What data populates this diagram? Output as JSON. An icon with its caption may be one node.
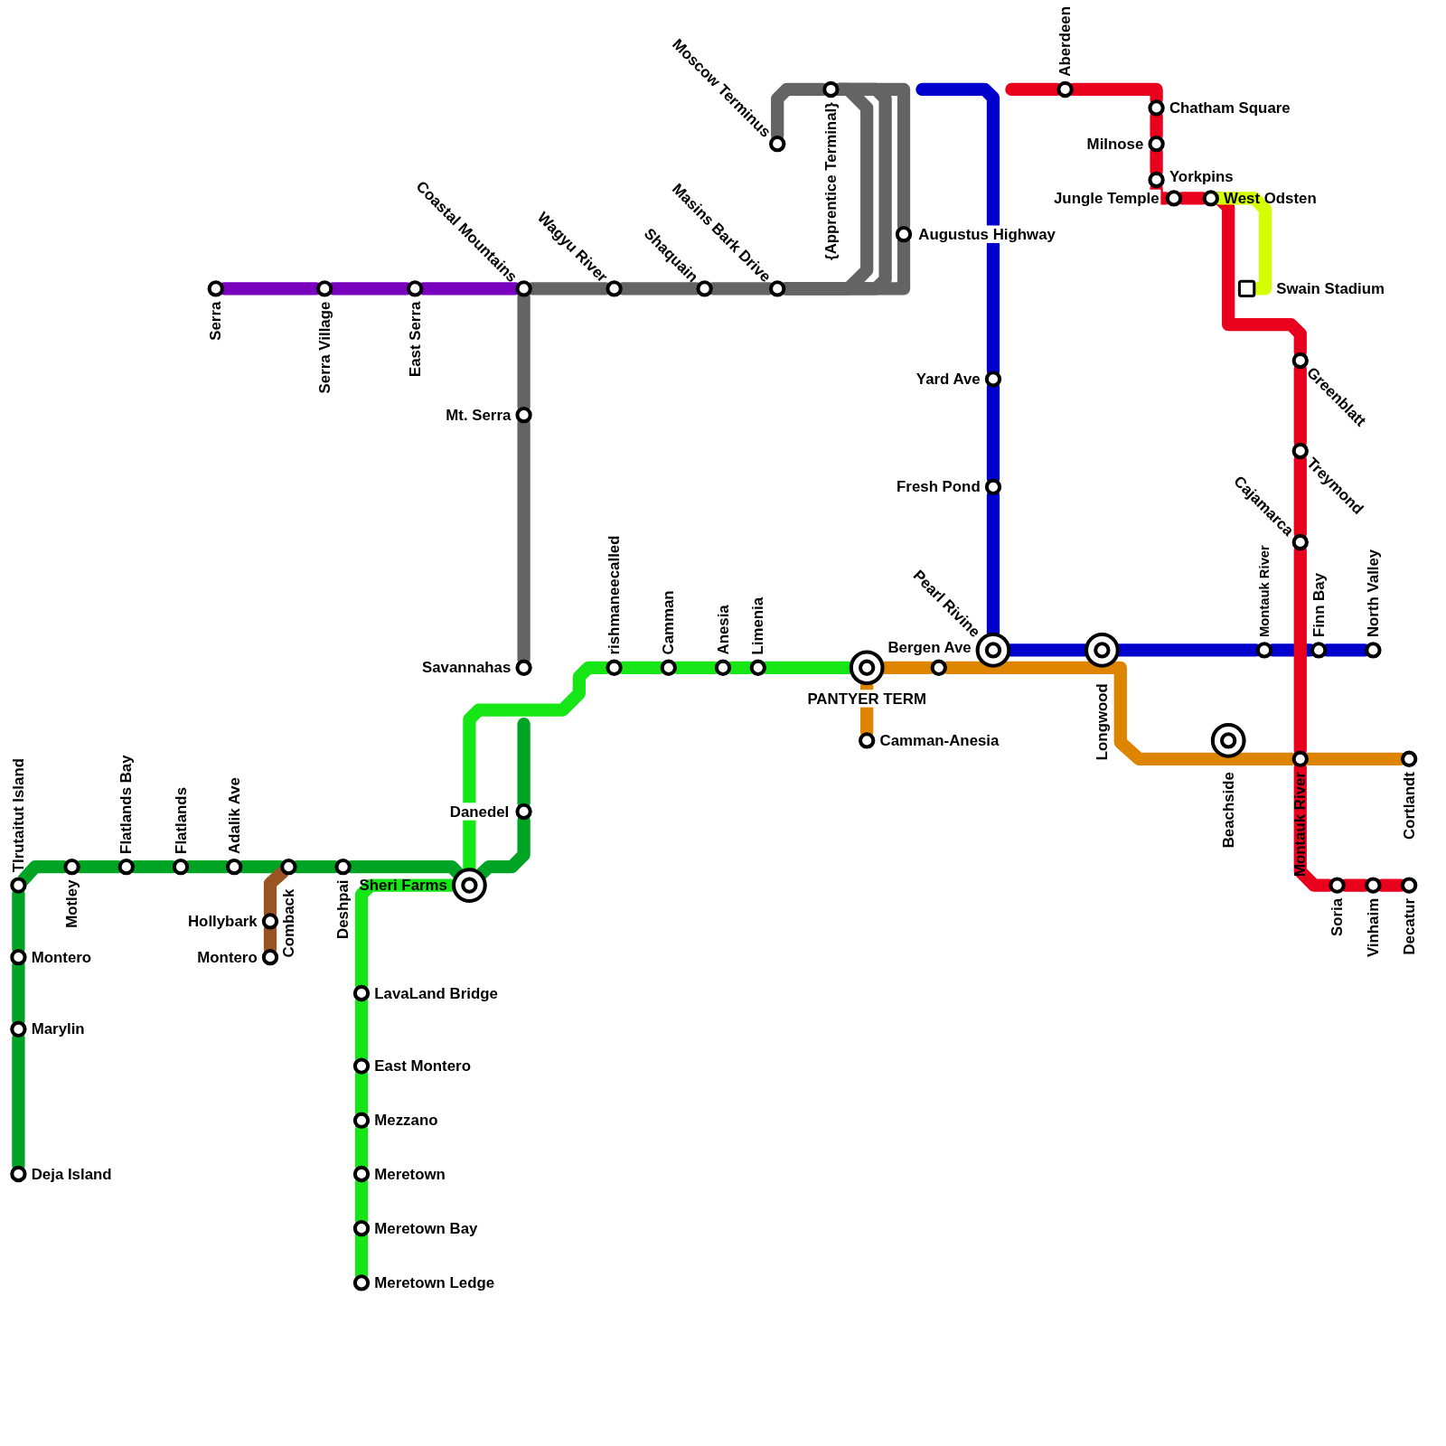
{
  "diagram": {
    "nodes": [
      {
        "text": [
          "Serra"
        ]
      },
      {
        "text": [
          "Serra Village"
        ]
      },
      {
        "text": [
          "East Serra"
        ]
      },
      {
        "text": [
          "Coastal Mountains"
        ]
      },
      {
        "text": [
          "Wagyu River"
        ]
      },
      {
        "text": [
          "Shaquain"
        ]
      },
      {
        "text": [
          "Masins Bark Drive"
        ]
      },
      {
        "text": [
          "Moscow Terminus"
        ]
      },
      {
        "text": [
          "{Apprentice Terminal}"
        ]
      },
      {
        "text": [
          "Augustus Highway"
        ]
      },
      {
        "text": [
          "Mt. Serra"
        ]
      },
      {
        "text": [
          "Savannahas"
        ]
      },
      {
        "text": [
          "Aberdeen"
        ]
      },
      {
        "text": [
          "Chatham Square"
        ]
      },
      {
        "text": [
          "Milnose"
        ]
      },
      {
        "text": [
          "Yorkpins"
        ]
      },
      {
        "text": [
          "Jungle Temple"
        ]
      },
      {
        "text": [
          "West Odsten"
        ]
      },
      {
        "text": [
          "Swain Stadium"
        ]
      },
      {
        "text": [
          "Yard Ave"
        ]
      },
      {
        "text": [
          "Fresh Pond"
        ]
      },
      {
        "text": [
          "Greenblatt"
        ]
      },
      {
        "text": [
          "Treymond"
        ]
      },
      {
        "text": [
          "Cajamarca"
        ]
      },
      {
        "text": [
          "Pearl Rivine"
        ]
      },
      {
        "text": [
          "Bergen Ave"
        ]
      },
      {
        "text": [
          "rishmaneecalled"
        ]
      },
      {
        "text": [
          "Camman"
        ]
      },
      {
        "text": [
          "Anesia"
        ]
      },
      {
        "text": [
          "Limenia"
        ]
      },
      {
        "text": [
          "PANTYER TERM"
        ]
      },
      {
        "text": [
          "Camman-Anesia"
        ]
      },
      {
        "text": [
          "Longwood"
        ]
      },
      {
        "text": [
          "Montauk River"
        ]
      },
      {
        "text": [
          "Finn Bay"
        ]
      },
      {
        "text": [
          "North Valley"
        ]
      },
      {
        "text": [
          "Beachside"
        ]
      },
      {
        "text": [
          "Montauk River"
        ]
      },
      {
        "text": [
          "Cortlandt"
        ]
      },
      {
        "text": [
          "Danedel"
        ]
      },
      {
        "text": [
          "Tlrutaitut Island"
        ]
      },
      {
        "text": [
          "Motley"
        ]
      },
      {
        "text": [
          "Flatlands Bay"
        ]
      },
      {
        "text": [
          "Flatlands"
        ]
      },
      {
        "text": [
          "Adalik Ave"
        ]
      },
      {
        "text": [
          "Comback"
        ]
      },
      {
        "text": [
          "Deshpai"
        ]
      },
      {
        "text": [
          "Sheri Farms"
        ]
      },
      {
        "text": [
          "Hollybark"
        ]
      },
      {
        "text": [
          "Montero"
        ]
      },
      {
        "text": [
          "Montero"
        ]
      },
      {
        "text": [
          "Marylin"
        ]
      },
      {
        "text": [
          "Deja Island"
        ]
      },
      {
        "text": [
          "Soria"
        ]
      },
      {
        "text": [
          "Vinhaim"
        ]
      },
      {
        "text": [
          "Decatur"
        ]
      },
      {
        "text": [
          "LavaLand Bridge"
        ]
      },
      {
        "text": [
          "East Montero"
        ]
      },
      {
        "text": [
          "Mezzano"
        ]
      },
      {
        "text": [
          "Meretown"
        ]
      },
      {
        "text": [
          "Meretown Bay"
        ]
      },
      {
        "text": [
          "Meretown Ledge"
        ]
      }
    ],
    "edges": [
      {
        "from": 0,
        "to": 1,
        "arrow": "none",
        "color": "#7a00bf"
      },
      {
        "from": 1,
        "to": 2,
        "arrow": "none",
        "color": "#7a00bf"
      },
      {
        "from": 2,
        "to": 3,
        "arrow": "none",
        "color": "#7a00bf"
      },
      {
        "from": 3,
        "to": 4,
        "arrow": "none",
        "color": "#646464"
      },
      {
        "from": 4,
        "to": 5,
        "arrow": "none",
        "color": "#646464"
      },
      {
        "from": 5,
        "to": 6,
        "arrow": "none",
        "color": "#646464"
      },
      {
        "from": 6,
        "to": 9,
        "arrow": "none",
        "color": "#646464"
      },
      {
        "from": 9,
        "to": 8,
        "arrow": "none",
        "color": "#646464"
      },
      {
        "from": 8,
        "to": 7,
        "arrow": "none",
        "color": "#646464"
      },
      {
        "from": 6,
        "to": 8,
        "arrow": "none",
        "color": "#646464"
      },
      {
        "from": 6,
        "to": 8,
        "arrow": "none",
        "color": "#646464"
      },
      {
        "from": 3,
        "to": 10,
        "arrow": "none",
        "color": "#646464"
      },
      {
        "from": 10,
        "to": 11,
        "arrow": "none",
        "color": "#646464"
      },
      {
        "from": null,
        "to": 19,
        "arrow": "none",
        "color": "#0000cc"
      },
      {
        "from": 19,
        "to": 20,
        "arrow": "none",
        "color": "#0000cc"
      },
      {
        "from": 20,
        "to": 24,
        "arrow": "none",
        "color": "#0000cc"
      },
      {
        "from": 24,
        "to": 32,
        "arrow": "none",
        "color": "#0000cc"
      },
      {
        "from": 32,
        "to": 33,
        "arrow": "none",
        "color": "#0000cc"
      },
      {
        "from": 33,
        "to": 34,
        "arrow": "none",
        "color": "#0000cc"
      },
      {
        "from": 34,
        "to": 35,
        "arrow": "none",
        "color": "#0000cc"
      },
      {
        "from": null,
        "to": 12,
        "arrow": "none",
        "color": "#e8001c"
      },
      {
        "from": 12,
        "to": 13,
        "arrow": "none",
        "color": "#e8001c"
      },
      {
        "from": 13,
        "to": 14,
        "arrow": "none",
        "color": "#e8001c"
      },
      {
        "from": 14,
        "to": 15,
        "arrow": "none",
        "color": "#e8001c"
      },
      {
        "from": 15,
        "to": 16,
        "arrow": "none",
        "color": "#e8001c"
      },
      {
        "from": 16,
        "to": 17,
        "arrow": "none",
        "color": "#e8001c"
      },
      {
        "from": 17,
        "to": 21,
        "arrow": "none",
        "color": "#e8001c"
      },
      {
        "from": 21,
        "to": 22,
        "arrow": "none",
        "color": "#e8001c"
      },
      {
        "from": 22,
        "to": 23,
        "arrow": "none",
        "color": "#e8001c"
      },
      {
        "from": 23,
        "to": 37,
        "arrow": "none",
        "color": "#e8001c"
      },
      {
        "from": 37,
        "to": 53,
        "arrow": "none",
        "color": "#e8001c"
      },
      {
        "from": 53,
        "to": 54,
        "arrow": "none",
        "color": "#e8001c"
      },
      {
        "from": 54,
        "to": 55,
        "arrow": "none",
        "color": "#e8001c"
      },
      {
        "from": 17,
        "to": 18,
        "arrow": "none",
        "color": "#d4ff00"
      },
      {
        "from": 26,
        "to": 27,
        "arrow": "none",
        "color": "#16e616"
      },
      {
        "from": 27,
        "to": 28,
        "arrow": "none",
        "color": "#16e616"
      },
      {
        "from": 28,
        "to": 29,
        "arrow": "none",
        "color": "#16e616"
      },
      {
        "from": 29,
        "to": 30,
        "arrow": "none",
        "color": "#16e616"
      },
      {
        "from": 47,
        "to": 26,
        "arrow": "none",
        "color": "#16e616"
      },
      {
        "from": 47,
        "to": 56,
        "arrow": "none",
        "color": "#16e616"
      },
      {
        "from": 56,
        "to": 57,
        "arrow": "none",
        "color": "#16e616"
      },
      {
        "from": 57,
        "to": 58,
        "arrow": "none",
        "color": "#16e616"
      },
      {
        "from": 58,
        "to": 59,
        "arrow": "none",
        "color": "#16e616"
      },
      {
        "from": 59,
        "to": 60,
        "arrow": "none",
        "color": "#16e616"
      },
      {
        "from": 60,
        "to": 61,
        "arrow": "none",
        "color": "#16e616"
      },
      {
        "from": 40,
        "to": 41,
        "arrow": "none",
        "color": "#00a424"
      },
      {
        "from": 41,
        "to": 42,
        "arrow": "none",
        "color": "#00a424"
      },
      {
        "from": 42,
        "to": 43,
        "arrow": "none",
        "color": "#00a424"
      },
      {
        "from": 43,
        "to": 44,
        "arrow": "none",
        "color": "#00a424"
      },
      {
        "from": 44,
        "to": 45,
        "arrow": "none",
        "color": "#00a424"
      },
      {
        "from": 45,
        "to": 46,
        "arrow": "none",
        "color": "#00a424"
      },
      {
        "from": 46,
        "to": 47,
        "arrow": "none",
        "color": "#00a424"
      },
      {
        "from": 47,
        "to": 39,
        "arrow": "none",
        "color": "#00a424"
      },
      {
        "from": 39,
        "to": null,
        "arrow": "none",
        "color": "#00a424"
      },
      {
        "from": 40,
        "to": 50,
        "arrow": "none",
        "color": "#00a424"
      },
      {
        "from": 50,
        "to": 51,
        "arrow": "none",
        "color": "#00a424"
      },
      {
        "from": 51,
        "to": 52,
        "arrow": "none",
        "color": "#00a424"
      },
      {
        "from": 45,
        "to": 48,
        "arrow": "none",
        "color": "#9a5423"
      },
      {
        "from": 48,
        "to": 49,
        "arrow": "none",
        "color": "#9a5423"
      },
      {
        "from": 30,
        "to": 25,
        "arrow": "none",
        "color": "#de8500"
      },
      {
        "from": 25,
        "to": 24,
        "arrow": "none",
        "color": "#de8500"
      },
      {
        "from": 24,
        "to": 32,
        "arrow": "none",
        "color": "#de8500"
      },
      {
        "from": 32,
        "to": 36,
        "arrow": "none",
        "color": "#de8500"
      },
      {
        "from": 36,
        "to": 37,
        "arrow": "none",
        "color": "#de8500"
      },
      {
        "from": 37,
        "to": 38,
        "arrow": "none",
        "color": "#de8500"
      },
      {
        "from": 30,
        "to": 31,
        "arrow": "none",
        "color": "#de8500"
      }
    ]
  }
}
